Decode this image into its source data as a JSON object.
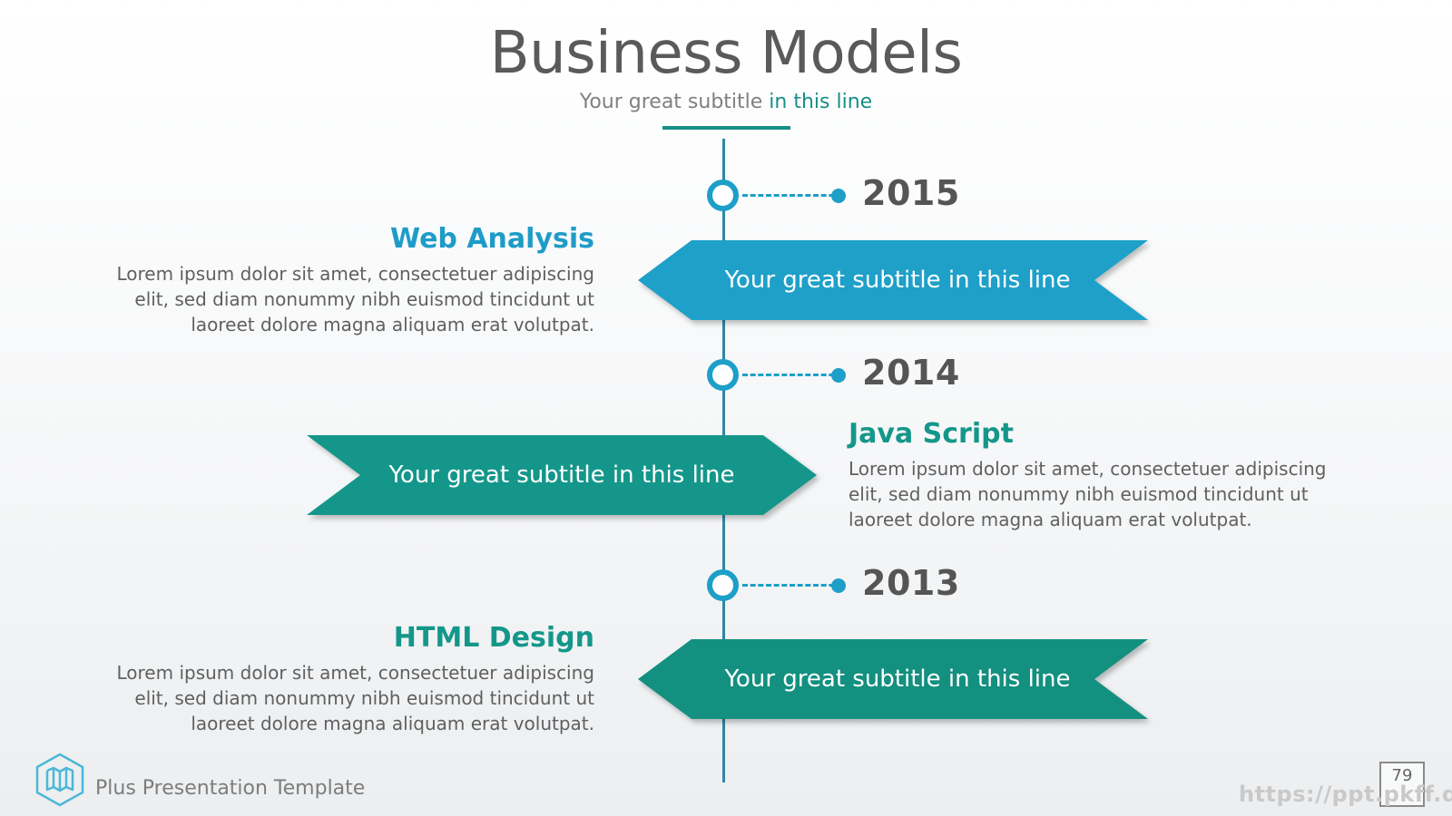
{
  "header": {
    "title": "Business Models",
    "subtitle_plain": "Your great subtitle ",
    "subtitle_highlight": "in this line"
  },
  "colors": {
    "blue": "#1d9fc8",
    "teal": "#138f83",
    "axis": "#2f86a6"
  },
  "timeline": [
    {
      "year": "2015",
      "ribbon_text": "Your great subtitle in this line",
      "ribbon_color": "#1ea0c9",
      "block_title": "Web Analysis",
      "block_title_color": "#1e9cc8",
      "body": [
        "Lorem ipsum dolor sit amet, consectetuer adipiscing",
        "elit, sed diam nonummy nibh euismod tincidunt ut",
        "laoreet dolore magna aliquam erat volutpat."
      ]
    },
    {
      "year": "2014",
      "ribbon_text": "Your great subtitle in this line",
      "ribbon_color": "#14978a",
      "block_title": "Java Script",
      "block_title_color": "#14978a",
      "body": [
        "Lorem ipsum dolor sit amet, consectetuer adipiscing",
        "elit, sed diam nonummy nibh euismod tincidunt ut",
        "laoreet dolore magna aliquam erat volutpat."
      ]
    },
    {
      "year": "2013",
      "ribbon_text": "Your great subtitle in this line",
      "ribbon_color": "#13907f",
      "block_title": "HTML Design",
      "block_title_color": "#14978a",
      "body": [
        "Lorem ipsum dolor sit amet, consectetuer adipiscing",
        "elit, sed diam nonummy nibh euismod tincidunt ut",
        "laoreet dolore magna aliquam erat volutpat."
      ]
    }
  ],
  "footer": {
    "logo_icon": "map-icon",
    "template_name": "Plus Presentation Template",
    "page_number": "79",
    "watermark": "https://ppt.pkff.de"
  }
}
